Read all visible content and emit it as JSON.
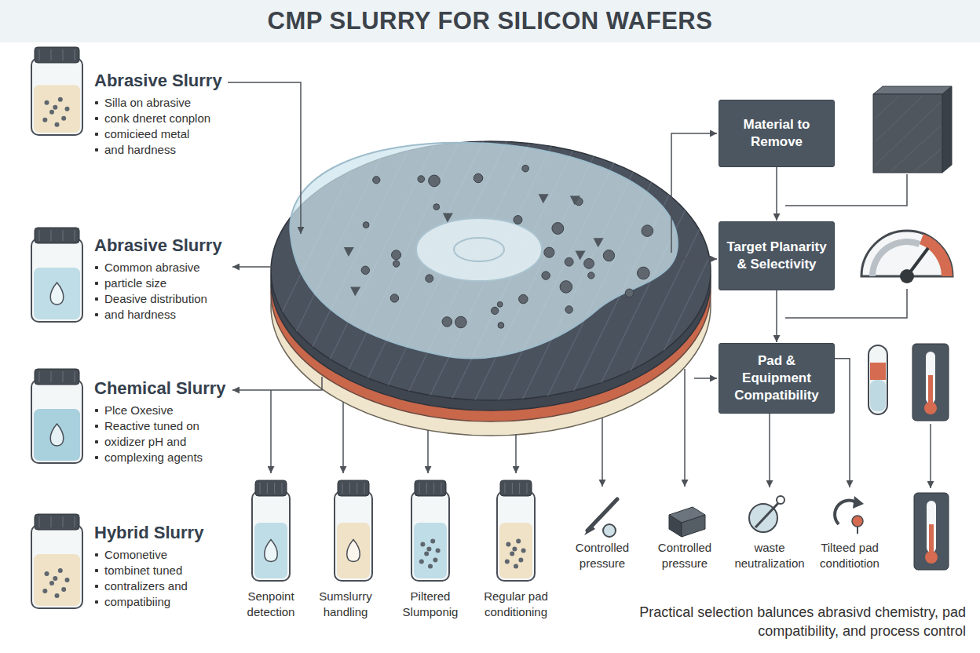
{
  "diagram": {
    "title": "CMP SLURRY FOR SILICON WAFERS",
    "caption": "Practical selection balunces abrasivd chemistry, pad compatibility, and process control",
    "nodes": [
      {
        "text": [
          "Abrasive Slurry",
          "Silla on abrasive",
          "conk dneret conplon",
          "comicieed metal",
          "and hardness"
        ]
      },
      {
        "text": [
          "Abrasive Slurry",
          "Common abrasive",
          "particle size",
          "Deasive distribution",
          "and hardness"
        ]
      },
      {
        "text": [
          "Chemical Slurry",
          "Plce Oxesive",
          "Reactive tuned on",
          "oxidizer pH and",
          "complexing agents"
        ]
      },
      {
        "text": [
          "Hybrid Slurry",
          "Comonetive",
          "tombinet tuned",
          "contralizers and",
          "compatibiing"
        ]
      },
      {
        "text": [
          "Material to Remove"
        ]
      },
      {
        "text": [
          "Target Planarity & Selectivity"
        ]
      },
      {
        "text": [
          "Pad & Equipment Compatibility"
        ]
      },
      {
        "text": [
          "Senpoint detection"
        ]
      },
      {
        "text": [
          "Sumslurry handling"
        ]
      },
      {
        "text": [
          "Piltered Slumponig"
        ]
      },
      {
        "text": [
          "Regular pad conditioning"
        ]
      },
      {
        "text": [
          "Controlled pressure"
        ]
      },
      {
        "text": [
          "Controlled pressure"
        ]
      },
      {
        "text": [
          "waste neutralization"
        ]
      },
      {
        "text": [
          "Tilteed pad conditiotion"
        ]
      }
    ],
    "edges": [
      {
        "from": 4,
        "to": 5,
        "arrow": "to"
      },
      {
        "from": 5,
        "to": 6,
        "arrow": "to"
      },
      {
        "from": 6,
        "to": 13,
        "arrow": "to"
      },
      {
        "from": 6,
        "to": 14,
        "arrow": "to"
      }
    ]
  }
}
